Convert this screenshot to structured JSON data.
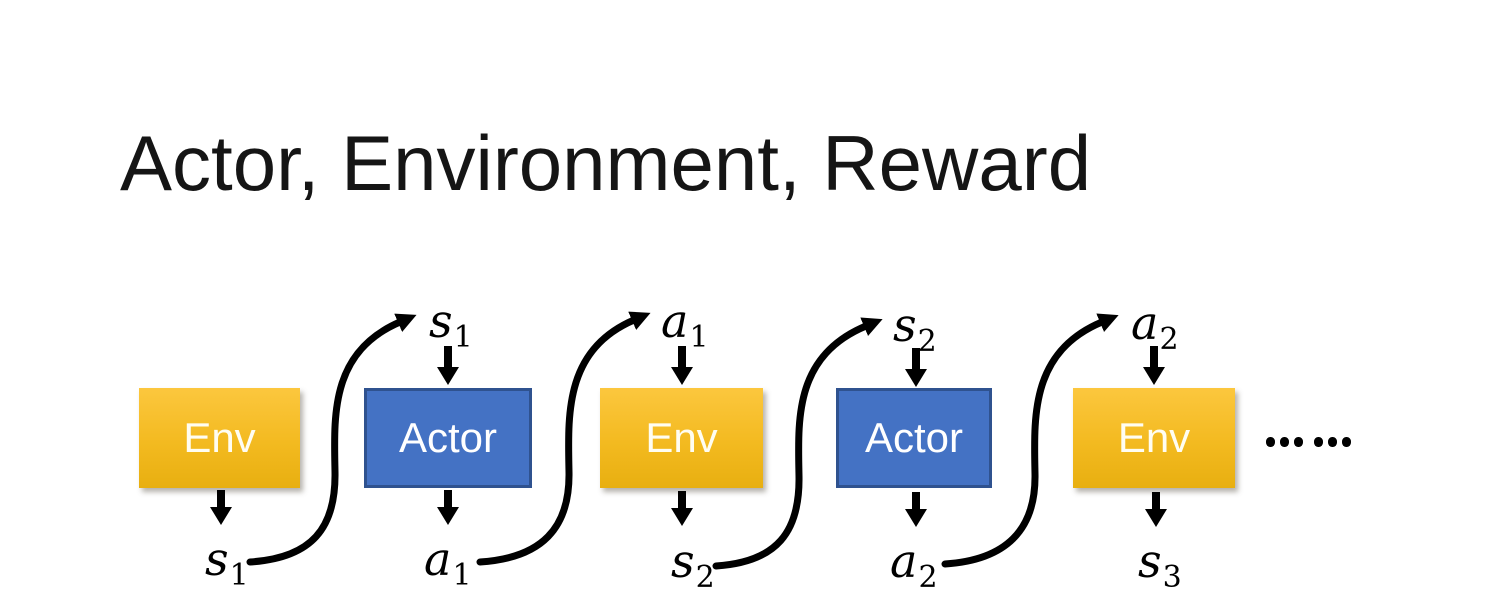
{
  "title": "Actor, Environment, Reward",
  "colors": {
    "env_gradient_top": "#FCC73E",
    "env_gradient_bottom": "#E8AF10",
    "actor_fill": "#4472C4",
    "actor_border": "#2F528F",
    "box_text": "#FFFFFF",
    "arrow": "#000000",
    "title_text": "#151515",
    "background": "#FFFFFF"
  },
  "diagram": {
    "boxes": [
      {
        "label": "Env",
        "type": "env"
      },
      {
        "label": "Actor",
        "type": "actor"
      },
      {
        "label": "Env",
        "type": "env"
      },
      {
        "label": "Actor",
        "type": "actor"
      },
      {
        "label": "Env",
        "type": "env"
      }
    ],
    "top_labels": [
      {
        "base": "s",
        "sub": "1"
      },
      {
        "base": "a",
        "sub": "1"
      },
      {
        "base": "s",
        "sub": "2"
      },
      {
        "base": "a",
        "sub": "2"
      }
    ],
    "bottom_labels": [
      {
        "base": "s",
        "sub": "1"
      },
      {
        "base": "a",
        "sub": "1"
      },
      {
        "base": "s",
        "sub": "2"
      },
      {
        "base": "a",
        "sub": "2"
      },
      {
        "base": "s",
        "sub": "3"
      }
    ],
    "ellipsis": "……"
  }
}
